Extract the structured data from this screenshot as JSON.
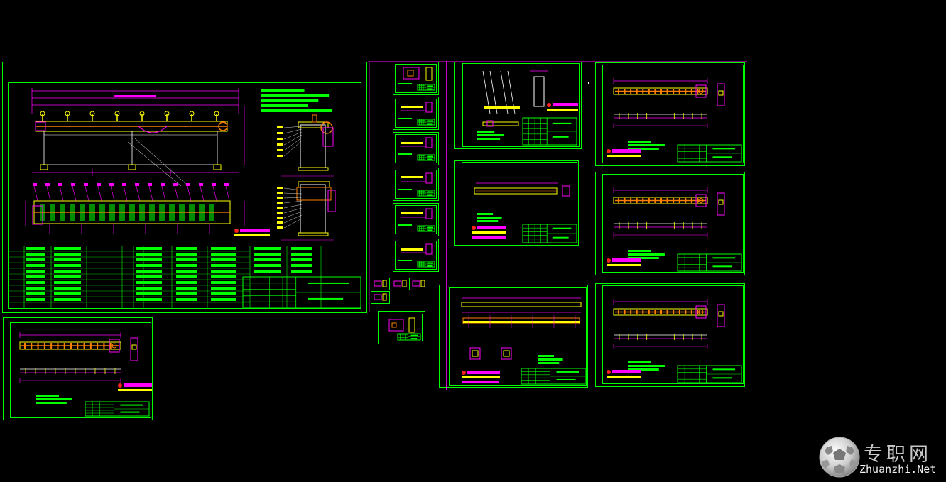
{
  "view": {
    "background": "#000000",
    "colors": {
      "frame": "#00ff00",
      "geometry": "#ff00ff",
      "part": "#ffff00",
      "highlight": "#ff8000",
      "text": "#00ff00",
      "table": "#00ff00",
      "logo": "#ff2020",
      "white": "#ffffff"
    }
  },
  "drawing_sheets": [
    {
      "id": "assembly-sheet"
    },
    {
      "id": "part-sheet-left-bottom"
    },
    {
      "id": "detail-sheet-column-1"
    },
    {
      "id": "detail-sheet-small-icons"
    },
    {
      "id": "part-sheet-middle-top"
    },
    {
      "id": "part-sheet-middle-mid"
    },
    {
      "id": "part-sheet-middle-bottom"
    },
    {
      "id": "part-sheet-right-1"
    },
    {
      "id": "part-sheet-right-2"
    },
    {
      "id": "part-sheet-right-3"
    }
  ],
  "watermark": {
    "title_cn": "专职网",
    "domain": "Zhuanzhi.Net"
  }
}
